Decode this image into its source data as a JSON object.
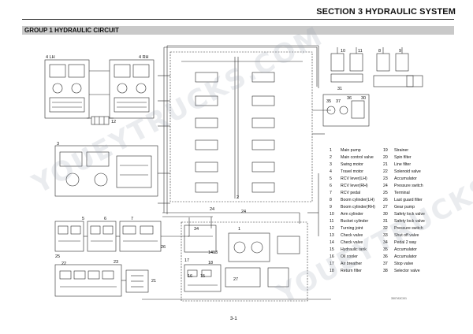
{
  "header": {
    "section_title": "SECTION 3  HYDRAULIC SYSTEM",
    "group_title": "GROUP  1  HYDRAULIC CIRCUIT"
  },
  "diagram": {
    "callouts": [
      "4 LH",
      "4 RH",
      "12",
      "3",
      "5",
      "6",
      "7",
      "25",
      "26",
      "22",
      "23",
      "34",
      "17",
      "16",
      "15",
      "18",
      "14",
      "13",
      "21",
      "27",
      "1",
      "24",
      "2",
      "24",
      "10",
      "11",
      "8",
      "9",
      "31",
      "35",
      "37",
      "36",
      "30"
    ],
    "legend": [
      {
        "num": "1",
        "label": "Main pump"
      },
      {
        "num": "2",
        "label": "Main control valve"
      },
      {
        "num": "3",
        "label": "Swing motor"
      },
      {
        "num": "4",
        "label": "Travel motor"
      },
      {
        "num": "5",
        "label": "RCV lever(LH)"
      },
      {
        "num": "6",
        "label": "RCV lever(RH)"
      },
      {
        "num": "7",
        "label": "RCV pedal"
      },
      {
        "num": "8",
        "label": "Boom cylinder(LH)"
      },
      {
        "num": "9",
        "label": "Boom cylinder(RH)"
      },
      {
        "num": "10",
        "label": "Arm cylinder"
      },
      {
        "num": "11",
        "label": "Bucket cylinder"
      },
      {
        "num": "12",
        "label": "Turning joint"
      },
      {
        "num": "13",
        "label": "Check valve"
      },
      {
        "num": "14",
        "label": "Check valve"
      },
      {
        "num": "15",
        "label": "Hydraulic tank"
      },
      {
        "num": "16",
        "label": "Oil cooler"
      },
      {
        "num": "17",
        "label": "Air breather"
      },
      {
        "num": "18",
        "label": "Return filter"
      },
      {
        "num": "19",
        "label": "Strainer"
      },
      {
        "num": "20",
        "label": "Spin filter"
      },
      {
        "num": "21",
        "label": "Line filter"
      },
      {
        "num": "22",
        "label": "Solenoid valve"
      },
      {
        "num": "23",
        "label": "Accumulator"
      },
      {
        "num": "24",
        "label": "Pressure switch"
      },
      {
        "num": "25",
        "label": "Terminal"
      },
      {
        "num": "26",
        "label": "Last guard filter"
      },
      {
        "num": "27",
        "label": "Gear pump"
      },
      {
        "num": "30",
        "label": "Safety lock valve"
      },
      {
        "num": "31",
        "label": "Safety lock valve"
      },
      {
        "num": "32",
        "label": "Pressure switch"
      },
      {
        "num": "33",
        "label": "Shut off valve"
      },
      {
        "num": "34",
        "label": "Pedal 2 way"
      },
      {
        "num": "35",
        "label": "Accumulator"
      },
      {
        "num": "36",
        "label": "Accumulator"
      },
      {
        "num": "37",
        "label": "Stop valve"
      },
      {
        "num": "38",
        "label": "Selector valve"
      }
    ]
  },
  "footer": {
    "drawing_code": "3507A3CI01",
    "page_number": "3-1"
  },
  "watermark": "YOUEYTRUCKS.COM",
  "colors": {
    "line": "#2a2a2a",
    "bar": "#c9c9c9"
  }
}
